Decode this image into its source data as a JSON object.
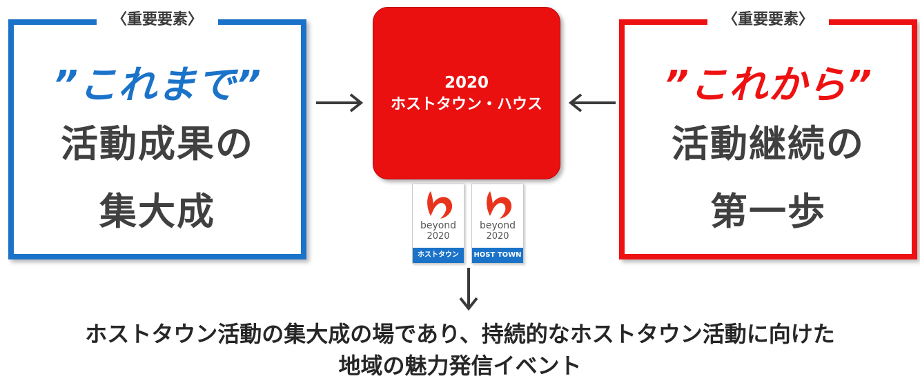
{
  "left_panel": {
    "tag": "〈重要要素〉",
    "keyword": "”これまで”",
    "line1": "活動成果の",
    "line2": "集大成",
    "color": "#1a73c8"
  },
  "right_panel": {
    "tag": "〈重要要素〉",
    "keyword": "”これから”",
    "line1": "活動継続の",
    "line2": "第一歩",
    "color": "#ee1111"
  },
  "center": {
    "year": "2020",
    "name": "ホストタウン・ハウス",
    "color": "#ea1010"
  },
  "badges": [
    {
      "word": "beyond",
      "year": "2020",
      "band": "ホストタウン",
      "icon": "beyond2020-logo-icon"
    },
    {
      "word": "beyond",
      "year": "2020",
      "band": "HOST TOWN",
      "icon": "beyond2020-logo-icon"
    }
  ],
  "caption": {
    "line1": "ホストタウン活動の集大成の場であり、持続的なホストタウン活動に向けた",
    "line2": "地域の魅力発信イベント"
  }
}
